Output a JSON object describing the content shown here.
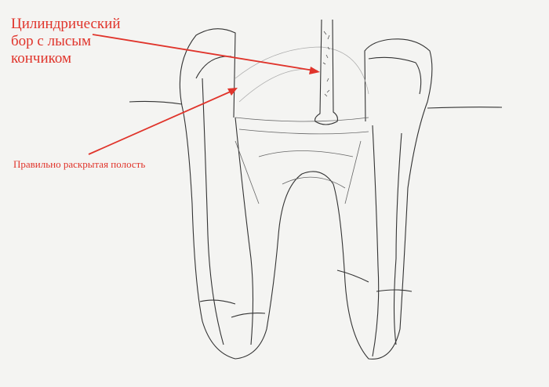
{
  "labels": {
    "bur": [
      "Цилиндрический",
      "бор с лысым",
      "кончиком"
    ],
    "cavity": "Правильно раскрытая полость"
  },
  "colors": {
    "annotation": "#e0342b",
    "sketch": "#333333",
    "paper": "#f4f4f2"
  }
}
